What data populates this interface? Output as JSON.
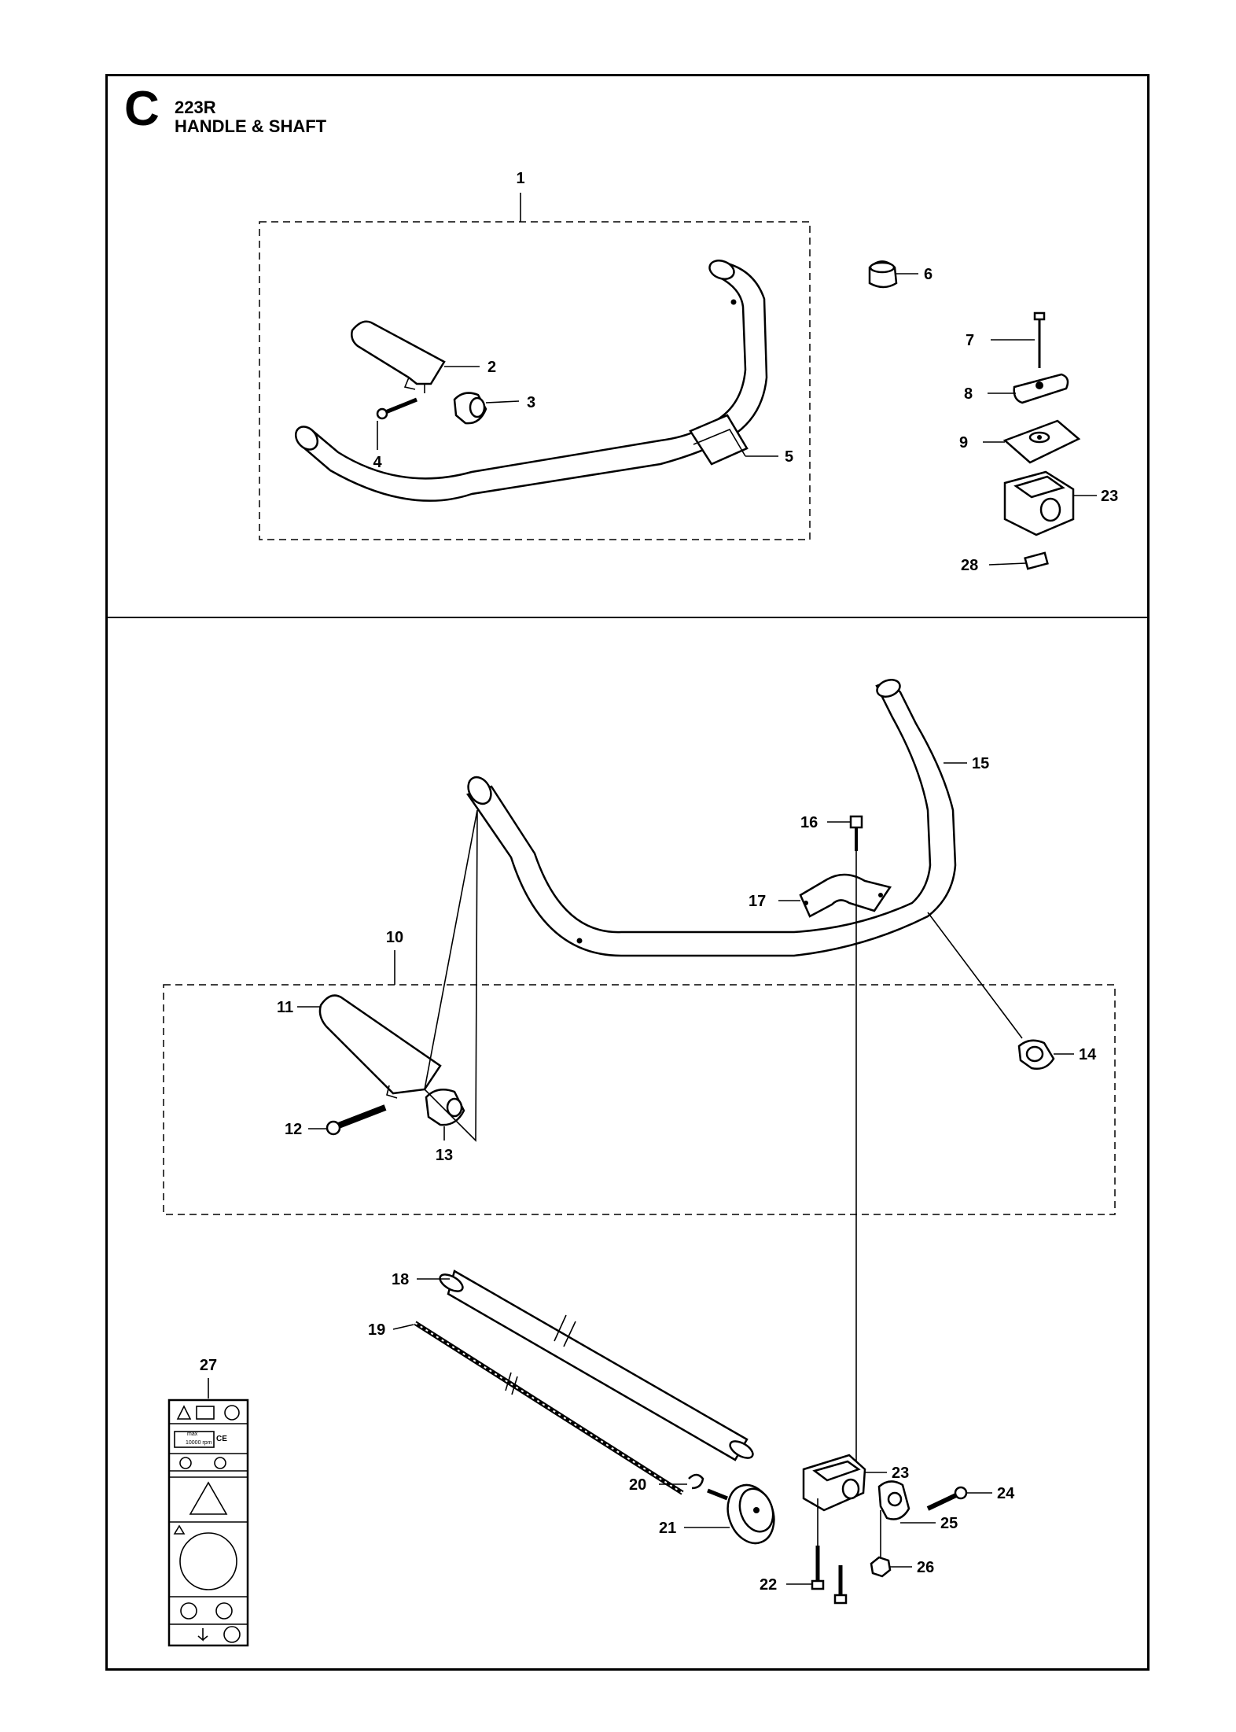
{
  "header": {
    "section": "C",
    "model": "223R",
    "title": "HANDLE & SHAFT"
  },
  "parts": [
    {
      "id": "p1",
      "number": "1"
    },
    {
      "id": "p2",
      "number": "2"
    },
    {
      "id": "p3",
      "number": "3"
    },
    {
      "id": "p4",
      "number": "4"
    },
    {
      "id": "p5",
      "number": "5"
    },
    {
      "id": "p6",
      "number": "6"
    },
    {
      "id": "p7",
      "number": "7"
    },
    {
      "id": "p8",
      "number": "8"
    },
    {
      "id": "p9",
      "number": "9"
    },
    {
      "id": "p23a",
      "number": "23"
    },
    {
      "id": "p28",
      "number": "28"
    },
    {
      "id": "p15",
      "number": "15"
    },
    {
      "id": "p16",
      "number": "16"
    },
    {
      "id": "p17",
      "number": "17"
    },
    {
      "id": "p10",
      "number": "10"
    },
    {
      "id": "p11",
      "number": "11"
    },
    {
      "id": "p14",
      "number": "14"
    },
    {
      "id": "p12",
      "number": "12"
    },
    {
      "id": "p13",
      "number": "13"
    },
    {
      "id": "p18",
      "number": "18"
    },
    {
      "id": "p19",
      "number": "19"
    },
    {
      "id": "p27",
      "number": "27"
    },
    {
      "id": "p20",
      "number": "20"
    },
    {
      "id": "p23b",
      "number": "23"
    },
    {
      "id": "p24",
      "number": "24"
    },
    {
      "id": "p21",
      "number": "21"
    },
    {
      "id": "p25",
      "number": "25"
    },
    {
      "id": "p22",
      "number": "22"
    },
    {
      "id": "p26",
      "number": "26"
    }
  ],
  "decal": {
    "rpm_label": "max",
    "rpm_value": "10000 rpm",
    "ce_mark": "CE"
  }
}
